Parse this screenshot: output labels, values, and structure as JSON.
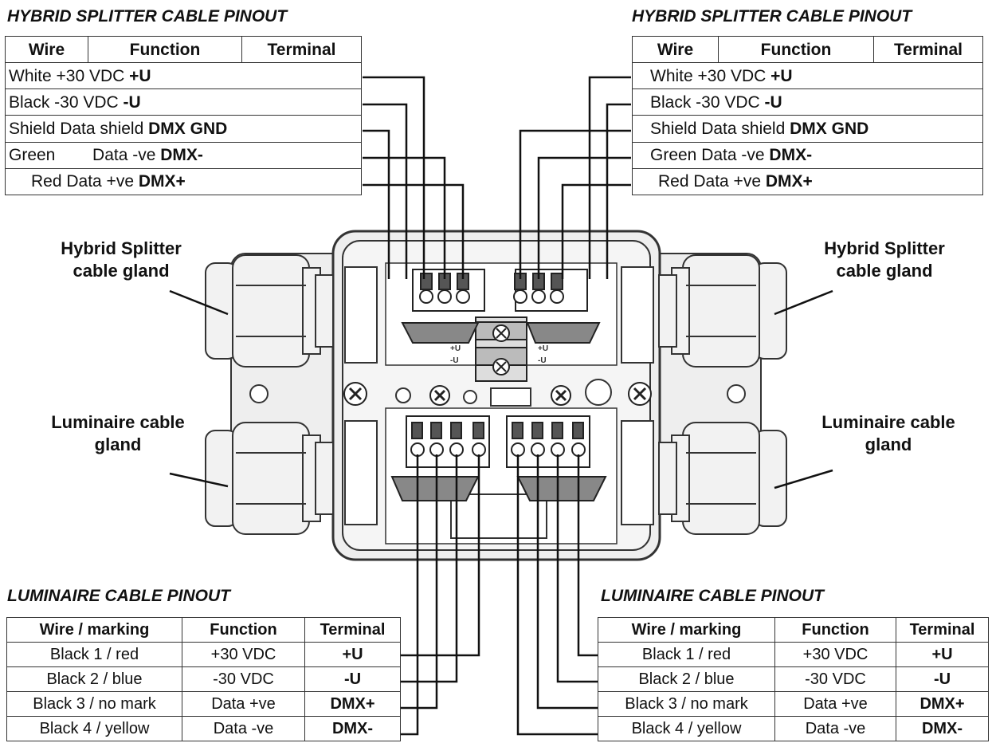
{
  "hybrid_splitter_left": {
    "title": "HYBRID SPLITTER CABLE PINOUT",
    "headers": [
      "Wire",
      "Function",
      "Terminal"
    ],
    "rows": [
      {
        "prefix": "White +30 VDC ",
        "strong": "+U"
      },
      {
        "prefix": "Black -30 VDC ",
        "strong": "-U"
      },
      {
        "prefix": "Shield Data shield ",
        "strong": "DMX GND"
      },
      {
        "prefix": "Green        Data -ve ",
        "strong": "DMX-"
      },
      {
        "prefix": "Red Data +ve ",
        "strong": "DMX+"
      }
    ]
  },
  "hybrid_splitter_right": {
    "title": "HYBRID SPLITTER CABLE PINOUT",
    "headers": [
      "Wire",
      "Function",
      "Terminal"
    ],
    "rows": [
      {
        "prefix": "White +30 VDC ",
        "strong": "+U"
      },
      {
        "prefix": "Black -30 VDC ",
        "strong": "-U"
      },
      {
        "prefix": "Shield Data shield ",
        "strong": "DMX GND"
      },
      {
        "prefix": "Green Data -ve ",
        "strong": "DMX-"
      },
      {
        "prefix": "Red Data +ve ",
        "strong": "DMX+"
      }
    ]
  },
  "luminaire_left": {
    "title": "LUMINAIRE CABLE PINOUT",
    "headers": [
      "Wire / marking",
      "Function",
      "Terminal"
    ],
    "rows": [
      [
        "Black 1 / red",
        "+30 VDC",
        "+U"
      ],
      [
        "Black 2 / blue",
        "-30 VDC",
        "-U"
      ],
      [
        "Black 3 / no mark",
        "Data +ve",
        "DMX+"
      ],
      [
        "Black 4 / yellow",
        "Data -ve",
        "DMX-"
      ]
    ]
  },
  "luminaire_right": {
    "title": "LUMINAIRE CABLE PINOUT",
    "headers": [
      "Wire / marking",
      "Function",
      "Terminal"
    ],
    "rows": [
      [
        "Black 1 / red",
        "+30 VDC",
        "+U"
      ],
      [
        "Black 2 / blue",
        "-30 VDC",
        "-U"
      ],
      [
        "Black 3 / no mark",
        "Data +ve",
        "DMX+"
      ],
      [
        "Black 4 / yellow",
        "Data -ve",
        "DMX-"
      ]
    ]
  },
  "gland_labels": {
    "hybrid_left": [
      "Hybrid Splitter",
      "cable gland"
    ],
    "hybrid_right": [
      "Hybrid Splitter",
      "cable gland"
    ],
    "luminaire_left": [
      "Luminaire cable",
      "gland"
    ],
    "luminaire_right": [
      "Luminaire cable",
      "gland"
    ]
  },
  "pcb_markings": [
    "+U",
    "-U",
    "+U",
    "-U"
  ],
  "colors": {
    "ink": "#111111",
    "housing": "#eeeeee",
    "housing_outline": "#333333",
    "pcb": "#ffffff"
  }
}
